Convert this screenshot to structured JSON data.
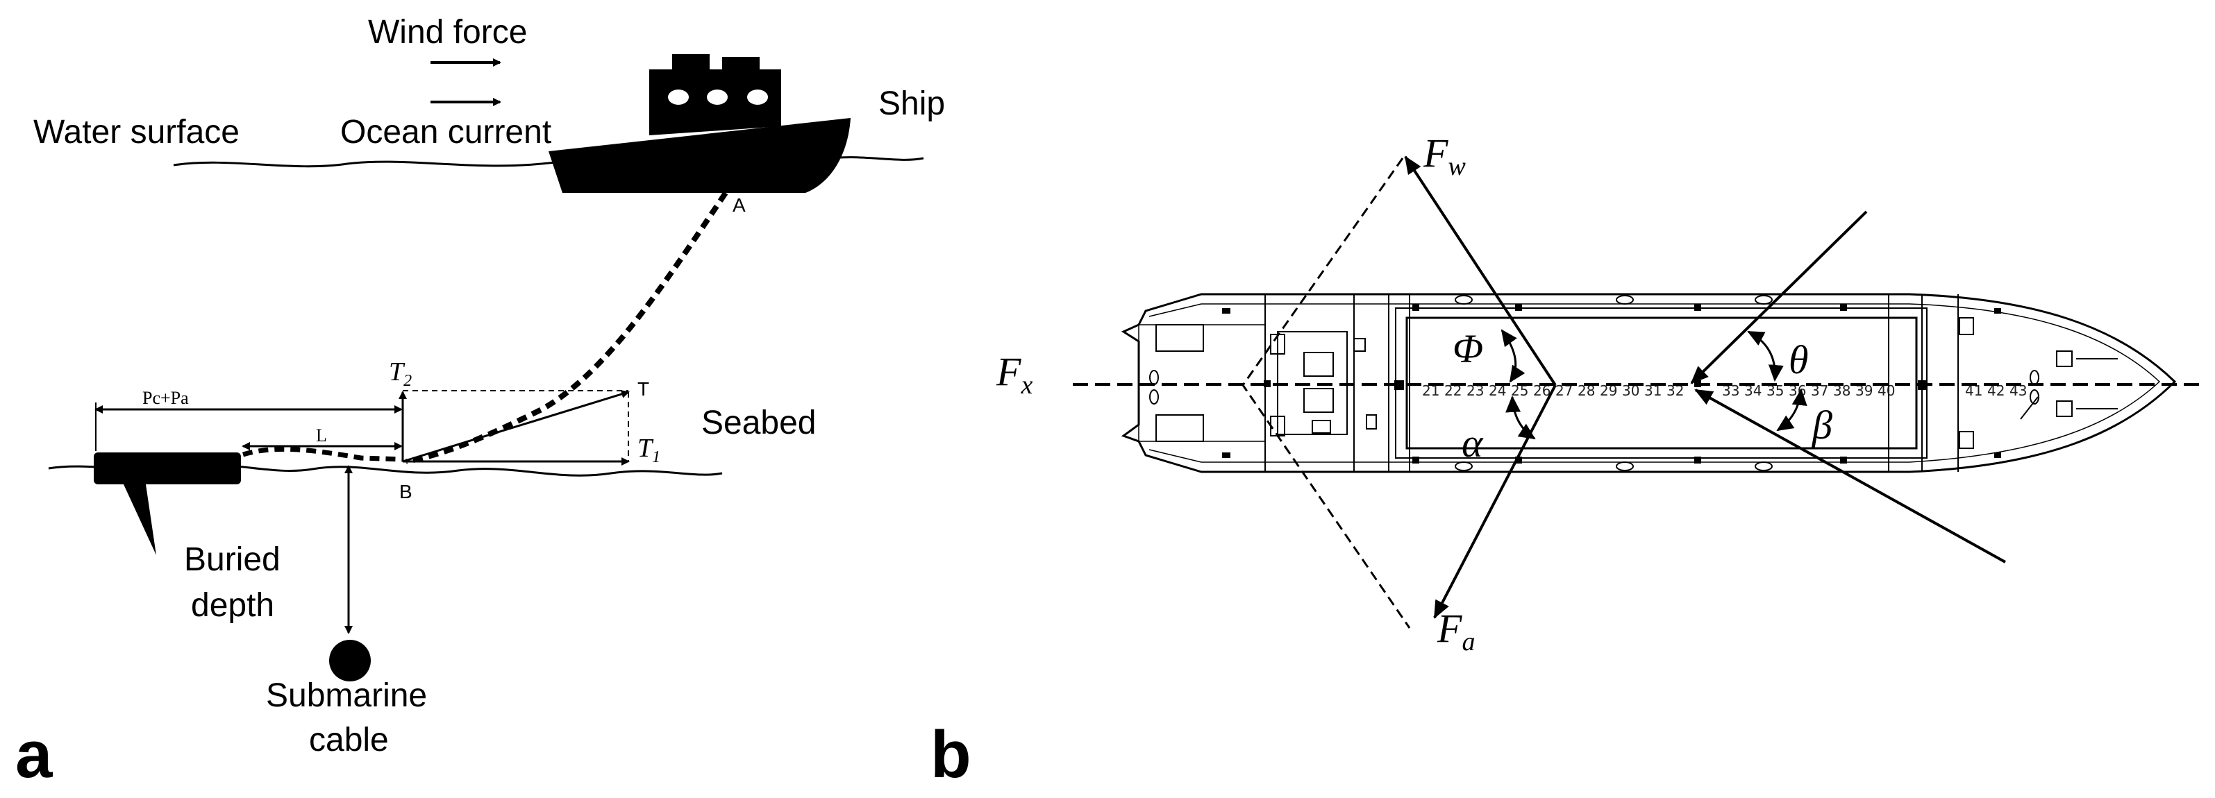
{
  "panel_a": {
    "panel_label": "a",
    "labels": {
      "wind_force": "Wind force",
      "ocean_current": "Ocean current",
      "water_surface": "Water surface",
      "ship": "Ship",
      "point_a": "A",
      "point_b": "B",
      "point_t": "T",
      "seabed": "Seabed",
      "t2_base": "T",
      "t2_sub": "2",
      "t1_base": "T",
      "t1_sub": "1",
      "length_l": "L",
      "pc_pa": "Pc+Pa",
      "buried_line1": "Buried",
      "buried_line2": "depth",
      "cable_line1": "Submarine",
      "cable_line2": "cable"
    }
  },
  "panel_b": {
    "panel_label": "b",
    "labels": {
      "fw_base": "F",
      "fw_sub": "w",
      "fx_base": "F",
      "fx_sub": "x",
      "fa_base": "F",
      "fa_sub": "a",
      "phi": "Φ",
      "alpha": "α",
      "theta": "θ",
      "beta": "β"
    },
    "frame_numbers": [
      "21",
      "22",
      "23",
      "24",
      "25",
      "26",
      "27",
      "28",
      "29",
      "30",
      "31",
      "32",
      "33",
      "34",
      "35",
      "36",
      "37",
      "38",
      "39",
      "40",
      "41",
      "42",
      "43"
    ]
  }
}
